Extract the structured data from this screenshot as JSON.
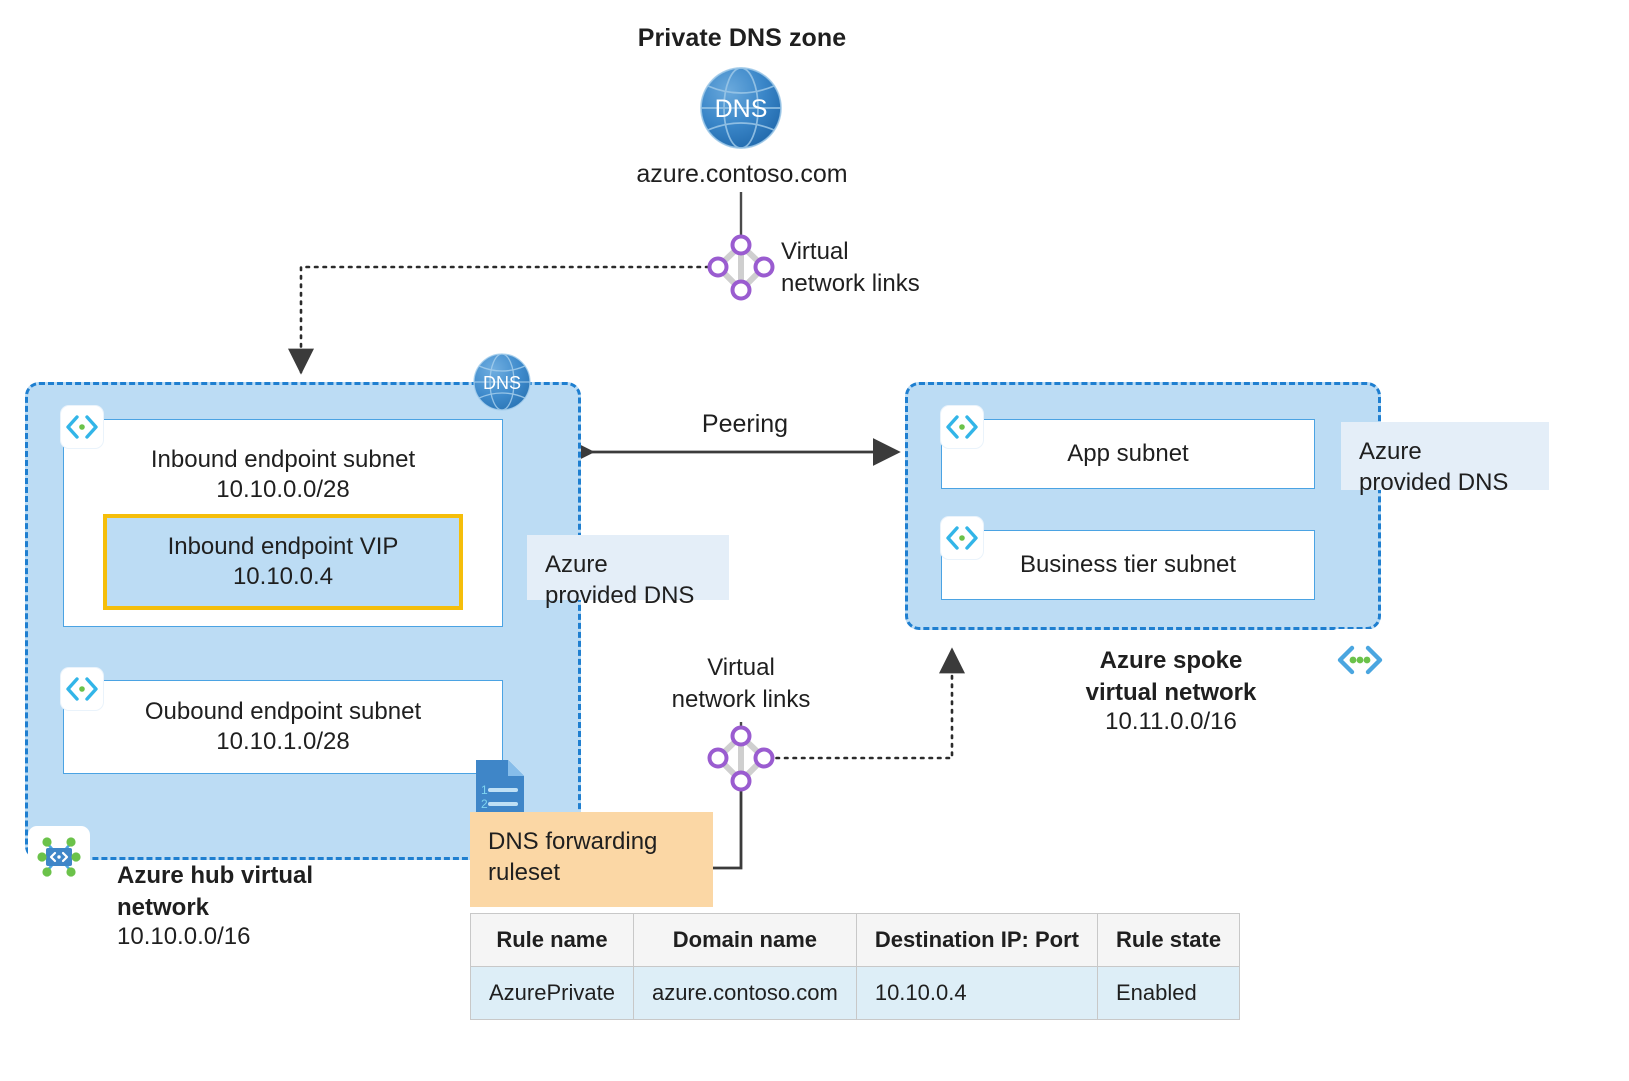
{
  "diagram": {
    "title": "Private DNS zone",
    "private_dns_zone": {
      "icon": "dns-globe-icon",
      "icon_label": "DNS",
      "zone_name": "azure.contoso.com"
    },
    "links_top": {
      "icon": "virtual-network-links-icon",
      "label_line1": "Virtual",
      "label_line2": "network links"
    },
    "links_middle": {
      "icon": "virtual-network-links-icon",
      "label_line1": "Virtual",
      "label_line2": "network links"
    },
    "peering_label": "Peering",
    "hub": {
      "name_line1": "Azure hub virtual",
      "name_line2": "network",
      "cidr": "10.10.0.0/16",
      "icon": "virtual-network-icon",
      "dns_badge": "DNS",
      "subnets": [
        {
          "name": "Inbound endpoint subnet",
          "cidr": "10.10.0.0/28",
          "icon": "subnet-icon"
        },
        {
          "name": "Oubound endpoint subnet",
          "cidr": "10.10.1.0/28",
          "icon": "subnet-icon"
        }
      ],
      "vip": {
        "name": "Inbound endpoint VIP",
        "address": "10.10.0.4"
      }
    },
    "spoke": {
      "name_line1": "Azure spoke",
      "name_line2": "virtual network",
      "cidr": "10.11.0.0/16",
      "icon": "virtual-network-icon",
      "subnets": [
        {
          "name": "App subnet",
          "icon": "subnet-icon"
        },
        {
          "name": "Business tier subnet",
          "icon": "subnet-icon"
        }
      ]
    },
    "callouts": {
      "hub_dns_line1": "Azure",
      "hub_dns_line2": "provided DNS",
      "spoke_dns_line1": "Azure",
      "spoke_dns_line2": "provided DNS",
      "ruleset_line1": "DNS forwarding",
      "ruleset_line2": "ruleset",
      "ruleset_icon": "document-rules-icon"
    },
    "ruleset_table": {
      "headers": [
        "Rule name",
        "Domain name",
        "Destination IP: Port",
        "Rule state"
      ],
      "rows": [
        [
          "AzurePrivate",
          "azure.contoso.com",
          "10.10.0.4",
          "Enabled"
        ]
      ]
    },
    "colors": {
      "vnet_fill": "#bcdcf4",
      "vnet_border": "#1f7fd0",
      "subnet_border": "#4ba3e3",
      "vip_border": "#f5be0a",
      "callout_blue": "#e4eef8",
      "callout_orange": "#fbd7a5",
      "links_node": "#9a5cd0",
      "dns_globe": "#2f7fc6"
    }
  }
}
